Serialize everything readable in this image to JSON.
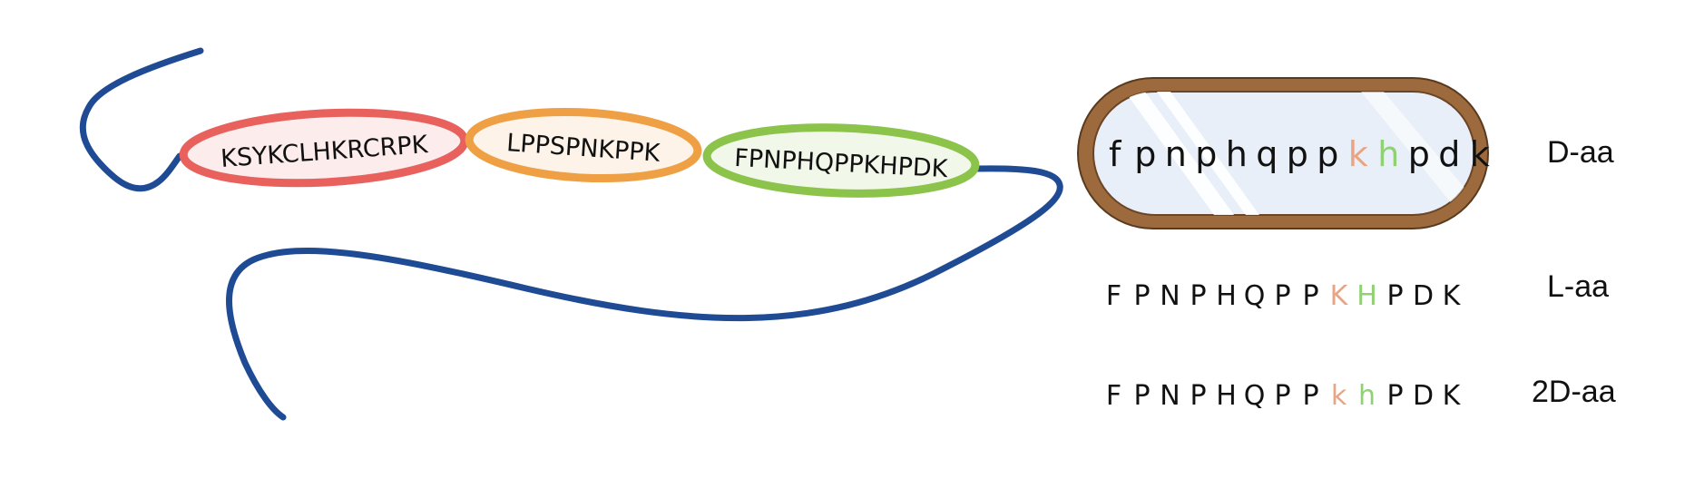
{
  "segments": [
    {
      "label": "KSYKCLHKRCRPK",
      "stroke": "#e8615d",
      "fill": "#fcecec"
    },
    {
      "label": "LPPSPNKPPK",
      "stroke": "#efa044",
      "fill": "#fdf3e8"
    },
    {
      "label": "FPNPHQPPKHPDK",
      "stroke": "#8cc34b",
      "fill": "#f1f8e9"
    }
  ],
  "colors": {
    "chain": "#1f4a94",
    "capsule_border": "#9c6a3c",
    "capsule_fill": "#e9eff8",
    "highlight_k": "#e9a483",
    "highlight_h": "#8fd173",
    "text": "#111111"
  },
  "rows": [
    {
      "label": "D-aa",
      "residues": [
        {
          "c": "f"
        },
        {
          "c": "p"
        },
        {
          "c": "n"
        },
        {
          "c": "p"
        },
        {
          "c": "h"
        },
        {
          "c": "q"
        },
        {
          "c": "p"
        },
        {
          "c": "p"
        },
        {
          "c": "k",
          "hl": "k"
        },
        {
          "c": "h",
          "hl": "h"
        },
        {
          "c": "p"
        },
        {
          "c": "d"
        },
        {
          "c": "k"
        }
      ]
    },
    {
      "label": "L-aa",
      "residues": [
        {
          "c": "F"
        },
        {
          "c": "P"
        },
        {
          "c": "N"
        },
        {
          "c": "P"
        },
        {
          "c": "H"
        },
        {
          "c": "Q"
        },
        {
          "c": "P"
        },
        {
          "c": "P"
        },
        {
          "c": "K",
          "hl": "k"
        },
        {
          "c": "H",
          "hl": "h"
        },
        {
          "c": "P"
        },
        {
          "c": "D"
        },
        {
          "c": "K"
        }
      ]
    },
    {
      "label": "2D-aa",
      "residues": [
        {
          "c": "F"
        },
        {
          "c": "P"
        },
        {
          "c": "N"
        },
        {
          "c": "P"
        },
        {
          "c": "H"
        },
        {
          "c": "Q"
        },
        {
          "c": "P"
        },
        {
          "c": "P"
        },
        {
          "c": "k",
          "hl": "k"
        },
        {
          "c": "h",
          "hl": "h"
        },
        {
          "c": "P"
        },
        {
          "c": "D"
        },
        {
          "c": "K"
        }
      ]
    }
  ]
}
